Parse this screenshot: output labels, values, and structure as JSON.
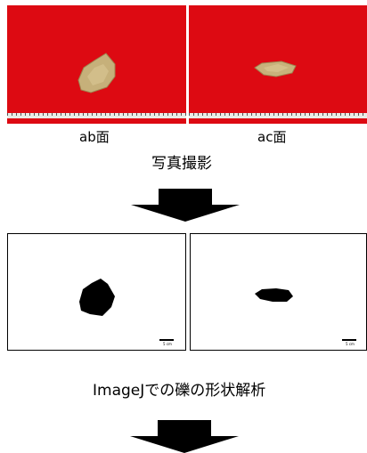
{
  "photos": [
    {
      "caption": "ab面"
    },
    {
      "caption": "ac面"
    }
  ],
  "step1_label": "写真撮影",
  "step2_label": "ImageJでの礫の形状解析",
  "scale_label": "5 cm",
  "colors": {
    "background_red": "#dd0a12",
    "stone": "#c9b47a",
    "arrow": "#000000"
  }
}
